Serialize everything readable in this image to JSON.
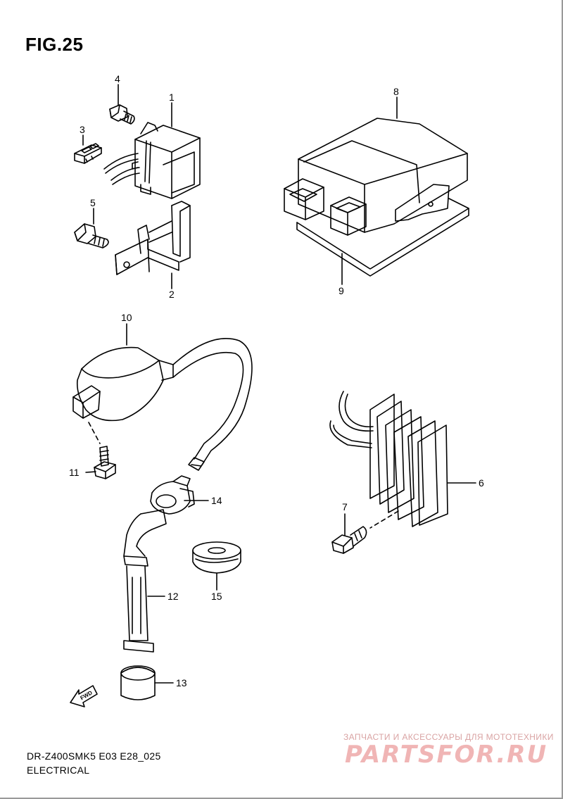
{
  "figure": {
    "title": "FIG.25"
  },
  "callouts": {
    "p1": "1",
    "p2": "2",
    "p3": "3",
    "p4": "4",
    "p5": "5",
    "p6": "6",
    "p7": "7",
    "p8": "8",
    "p9": "9",
    "p10": "10",
    "p11": "11",
    "p12": "12",
    "p13": "13",
    "p14": "14",
    "p15": "15"
  },
  "fwd_arrow": {
    "label": "FWD"
  },
  "footer": {
    "model_code": "DR-Z400SMK5 E03 E28_025",
    "section": "ELECTRICAL"
  },
  "watermark": {
    "tagline": "ЗАПЧАСТИ И АКСЕССУАРЫ ДЛЯ МОТОТЕХНИКИ",
    "logo": "PARTSFOR.RU"
  }
}
